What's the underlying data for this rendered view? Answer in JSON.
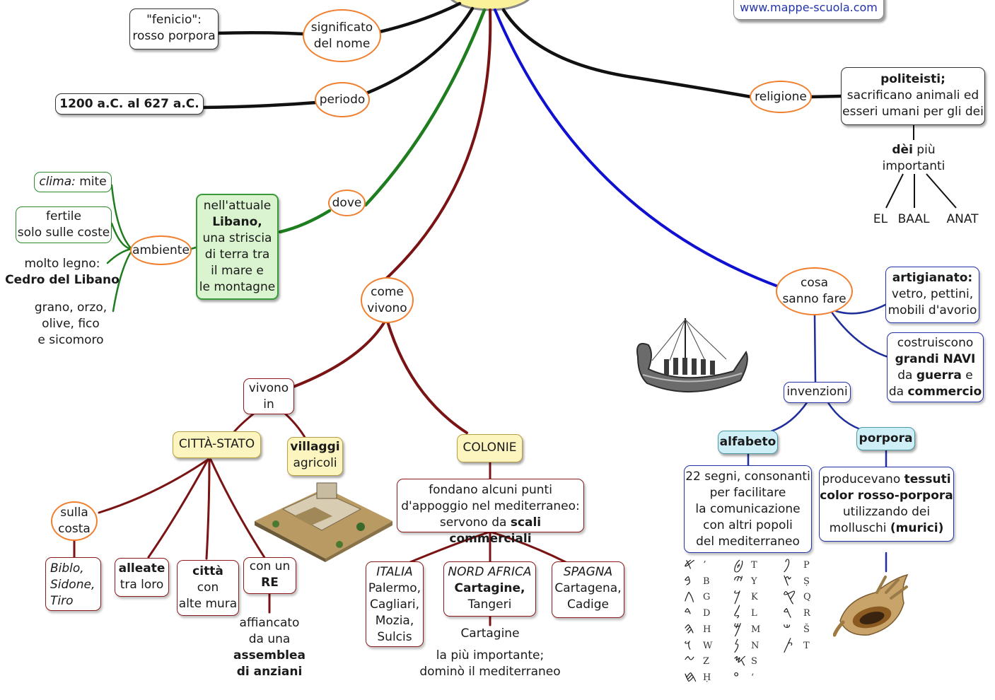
{
  "site_label": "www.mappe-scuola.com",
  "nodes": {
    "significato": [
      "significato",
      "del nome"
    ],
    "fenicio": [
      "\"fenicio\":",
      "rosso porpora"
    ],
    "periodo": "periodo",
    "periodo_date": "1200 a.C.  al 627 a.C.",
    "dove": "dove",
    "libano": {
      "l1": "nell'attuale",
      "l2": "Libano,",
      "l3": "una striscia",
      "l4": "di terra tra",
      "l5": "il mare e",
      "l6": "le montagne"
    },
    "ambiente": "ambiente",
    "clima_label": "clima:",
    "clima_value": " mite",
    "fertile": [
      "fertile",
      "solo sulle coste"
    ],
    "legno": {
      "l1": "molto legno:",
      "l2": "Cedro del Libano"
    },
    "grano": [
      "grano, orzo,",
      "olive, fico",
      "e sicomoro"
    ],
    "religione": "religione",
    "politeisti": {
      "l1": "politeisti;",
      "l2": "sacrificano animali ed",
      "l3": "esseri umani per gli dei"
    },
    "dei": {
      "bold": "dèi",
      "rest": " più",
      "l2": "importanti"
    },
    "gods": [
      "EL",
      "BAAL",
      "ANAT"
    ],
    "come_vivono": [
      "come",
      "vivono"
    ],
    "vivono_in": [
      "vivono",
      "in"
    ],
    "citta_stato": "CITTÀ-STATO",
    "villaggi": [
      "villaggi",
      "agricoli"
    ],
    "sulla_costa": [
      "sulla",
      "costa"
    ],
    "biblo": [
      "Biblo,",
      "Sidone,",
      "Tiro"
    ],
    "alleate": [
      "alleate",
      "tra loro"
    ],
    "citta_mura": [
      "città",
      "con",
      "alte mura"
    ],
    "con_un_re": [
      "con un",
      "RE"
    ],
    "affiancato": {
      "l1": "affiancato",
      "l2": "da una",
      "l3": "assemblea",
      "l4": "di anziani"
    },
    "colonie": "COLONIE",
    "fondano": {
      "l1": "fondano alcuni punti",
      "l2": "d'appoggio nel mediterraneo:",
      "l3a": "servono da ",
      "l3b": "scali commerciali"
    },
    "italia": {
      "title": "ITALIA",
      "l1": "Palermo,",
      "l2": "Cagliari,",
      "l3": "Mozia,",
      "l4": "Sulcis"
    },
    "nord_africa": {
      "title": "NORD AFRICA",
      "l1": "Cartagine,",
      "l2": "Tangeri"
    },
    "spagna": {
      "title": "SPAGNA",
      "l1": "Cartagena,",
      "l2": "Cadige"
    },
    "cartagine": {
      "l1": "Cartagine",
      "l2": "la più importante;",
      "l3": "dominò il mediterraneo"
    },
    "cosa_sanno_fare": [
      "cosa",
      "sanno fare"
    ],
    "artigianato": {
      "l1": "artigianato:",
      "l2": "vetro, pettini,",
      "l3": "mobili d'avorio"
    },
    "navi": {
      "l1": "costruiscono",
      "l2": "grandi NAVI",
      "l3a": "da ",
      "l3b": "guerra",
      "l3c": " e",
      "l4a": "da ",
      "l4b": "commercio"
    },
    "invenzioni": "invenzioni",
    "alfabeto": "alfabeto",
    "porpora": "porpora",
    "segni": [
      "22 segni, consonanti",
      "per facilitare",
      "la comunicazione",
      "con altri popoli",
      "del mediterraneo"
    ],
    "tessuti": {
      "l1a": "producevano ",
      "l1b": "tessuti",
      "l2": "color rosso-porpora",
      "l3": "utilizzando dei",
      "l4a": "molluschi ",
      "l4b": "(murici)"
    }
  },
  "alphabet": {
    "col1": [
      [
        "𐤀",
        "ʼ"
      ],
      [
        "𐤁",
        "B"
      ],
      [
        "𐤂",
        "G"
      ],
      [
        "𐤃",
        "D"
      ],
      [
        "𐤄",
        "H"
      ],
      [
        "𐤅",
        "W"
      ],
      [
        "𐤆",
        "Z"
      ],
      [
        "𐤇",
        "Ḥ"
      ]
    ],
    "col2": [
      [
        "𐤈",
        "T"
      ],
      [
        "𐤉",
        "Y"
      ],
      [
        "𐤊",
        "K"
      ],
      [
        "𐤋",
        "L"
      ],
      [
        "𐤌",
        "M"
      ],
      [
        "𐤍",
        "N"
      ],
      [
        "𐤎",
        "S"
      ],
      [
        "𐤏",
        "ʻ"
      ]
    ],
    "col3": [
      [
        "𐤐",
        "P"
      ],
      [
        "𐤑",
        "Ṣ"
      ],
      [
        "𐤒",
        "Q"
      ],
      [
        "𐤓",
        "R"
      ],
      [
        "𐤔",
        "Š"
      ],
      [
        "𐤕",
        "T"
      ]
    ]
  },
  "colors": {
    "black": "#111111",
    "green": "#1e7d1e",
    "darkred": "#7a1414",
    "blue": "#1010d0",
    "navy": "#1f2e9a",
    "orange": "#f08030"
  }
}
